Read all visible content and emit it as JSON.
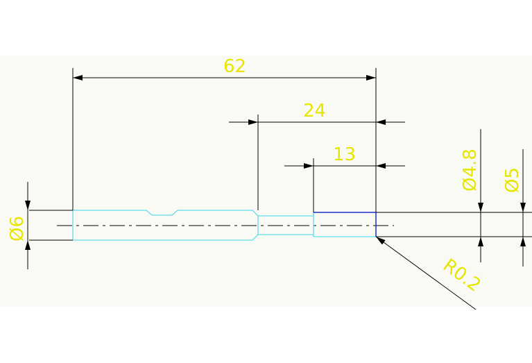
{
  "colors": {
    "page_bg": "#ffffff",
    "drawing_bg": "#fafaf4",
    "dimension_text": "#e6e600",
    "dimension_line": "#000000",
    "part_outline": "#5fdcec",
    "part_edge_blue": "#1a2fc8",
    "center_line": "#000000"
  },
  "dimensions": {
    "overall_length": "62",
    "length_24": "24",
    "length_13": "13",
    "diameter_6": "Ø6",
    "diameter_4_8": "Ø4.8",
    "diameter_5": "Ø5",
    "radius": "R0.2"
  }
}
